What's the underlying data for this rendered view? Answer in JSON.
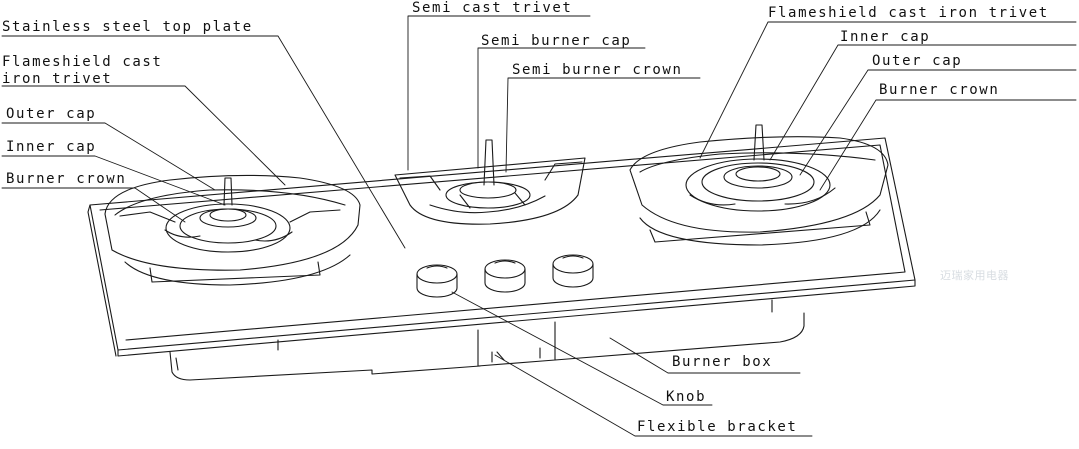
{
  "labels": {
    "stainless_plate": "Stainless steel top plate",
    "left_trivet_line1": "Flameshield cast",
    "left_trivet_line2": "iron trivet",
    "left_outer_cap": "Outer cap",
    "left_inner_cap": "Inner cap",
    "left_burner_crown": "Burner crown",
    "semi_trivet": "Semi cast trivet",
    "semi_cap": "Semi burner cap",
    "semi_crown": "Semi burner crown",
    "right_trivet": "Flameshield cast iron trivet",
    "right_inner_cap": "Inner cap",
    "right_outer_cap": "Outer cap",
    "right_burner_crown": "Burner crown",
    "burner_box": "Burner box",
    "knob": "Knob",
    "flexible_bracket": "Flexible bracket"
  },
  "watermark": "迈瑞家用电器",
  "colors": {
    "line": "#1a1a1a",
    "text": "#111111",
    "background": "#ffffff"
  }
}
